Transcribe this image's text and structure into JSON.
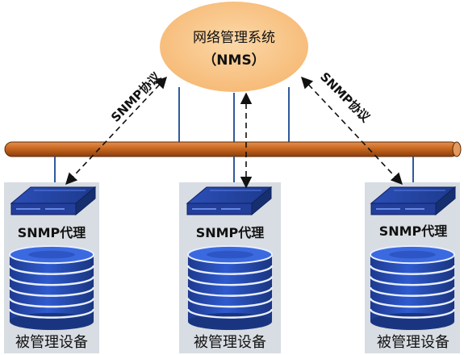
{
  "nms": {
    "title": "网络管理系统",
    "subtitle": "（NMS）"
  },
  "protocol_labels": {
    "left": "SNMP协议",
    "right": "SNMP协议"
  },
  "nodes": [
    {
      "agent_label": "SNMP代理",
      "device_label": "被管理设备"
    },
    {
      "agent_label": "SNMP代理",
      "device_label": "被管理设备"
    },
    {
      "agent_label": "SNMP代理",
      "device_label": "被管理设备"
    }
  ],
  "colors": {
    "nms_fill": "#f9c78c",
    "bus_fill": "#c1651f",
    "panel_fill": "#d8dde3",
    "device_blue": "#2a4fb0",
    "link_blue": "#2f5a9e"
  }
}
